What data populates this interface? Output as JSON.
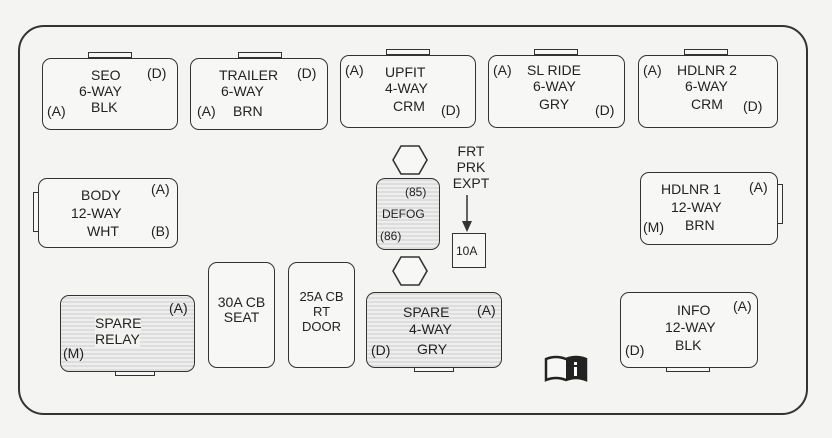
{
  "connectors": {
    "seo": {
      "name": "SEO",
      "type": "6-WAY",
      "color": "BLK",
      "pin_a": "(A)",
      "pin_d": "(D)"
    },
    "trailer": {
      "name": "TRAILER",
      "type": "6-WAY",
      "color": "BRN",
      "pin_a": "(A)",
      "pin_d": "(D)"
    },
    "upfit": {
      "name": "UPFIT",
      "type": "4-WAY",
      "color": "CRM",
      "pin_a": "(A)",
      "pin_d": "(D)"
    },
    "slride": {
      "name": "SL RIDE",
      "type": "6-WAY",
      "color": "GRY",
      "pin_a": "(A)",
      "pin_d": "(D)"
    },
    "hdlnr2": {
      "name": "HDLNR 2",
      "type": "6-WAY",
      "color": "CRM",
      "pin_a": "(A)",
      "pin_d": "(D)"
    },
    "body": {
      "name": "BODY",
      "type": "12-WAY",
      "color": "WHT",
      "pin_a": "(A)",
      "pin_b": "(B)"
    },
    "hdlnr1": {
      "name": "HDLNR 1",
      "type": "12-WAY",
      "color": "BRN",
      "pin_a": "(A)",
      "pin_m": "(M)"
    },
    "spare4": {
      "name": "SPARE",
      "type": "4-WAY",
      "color": "GRY",
      "pin_a": "(A)",
      "pin_d": "(D)"
    },
    "info": {
      "name": "INFO",
      "type": "12-WAY",
      "color": "BLK",
      "pin_a": "(A)",
      "pin_d": "(D)"
    }
  },
  "relays": {
    "defog": {
      "name": "DEFOG",
      "pin_85": "(85)",
      "pin_86": "(86)"
    },
    "spare_relay": {
      "line1": "SPARE",
      "line2": "RELAY",
      "pin_a": "(A)",
      "pin_m": "(M)"
    }
  },
  "breakers": {
    "seat": {
      "line1": "30A CB",
      "line2": "SEAT"
    },
    "rtdoor": {
      "line1": "25A CB",
      "line2": "RT",
      "line3": "DOOR"
    }
  },
  "fuse": {
    "label": "10A",
    "caption1": "FRT",
    "caption2": "PRK",
    "caption3": "EXPT"
  }
}
